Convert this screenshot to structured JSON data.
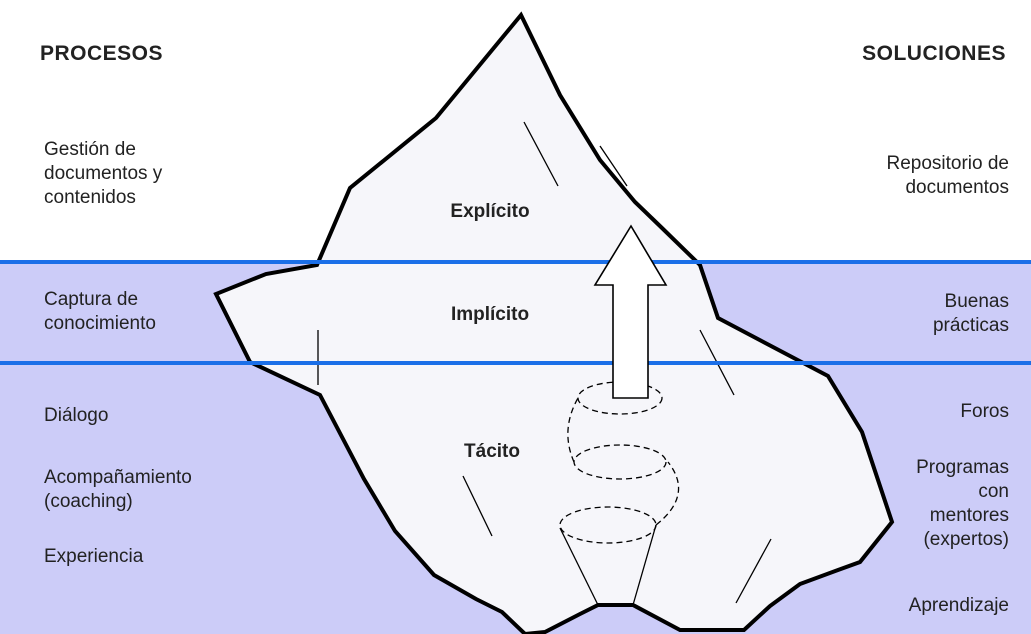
{
  "headers": {
    "left": "PROCESOS",
    "right": "SOLUCIONES"
  },
  "processes": {
    "doc_management": "Gestión de\ndocumentos y\ncontenidos",
    "knowledge_capture": "Captura de\nconocimiento",
    "dialog": "Diálogo",
    "coaching": "Acompañamiento\n(coaching)",
    "experience": "Experiencia"
  },
  "solutions": {
    "repository": "Repositorio de\ndocumentos",
    "best_practices": "Buenas\nprácticas",
    "forums": "Foros",
    "mentor_programs": "Programas\ncon\nmentores\n(expertos)",
    "learning": "Aprendizaje"
  },
  "levels": {
    "explicit": "Explícito",
    "implicit": "Implícito",
    "tacit": "Tácito"
  },
  "colors": {
    "band": "#ccccf8",
    "line": "#1b6fe8",
    "ice": "#f6f6fa",
    "outline": "#000000"
  }
}
